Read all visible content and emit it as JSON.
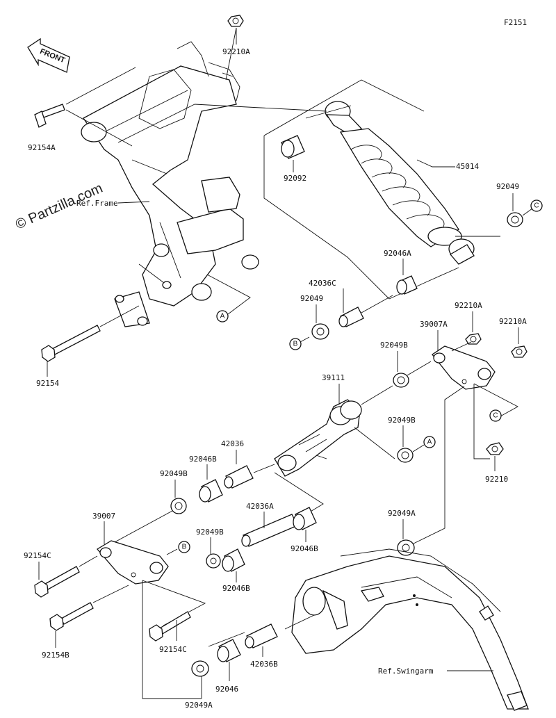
{
  "figure_code": "F2151",
  "watermark": "© Partzilla.com",
  "front_label": "FRONT",
  "refs": {
    "frame": "Ref.Frame",
    "swingarm": "Ref.Swingarm"
  },
  "callouts": {
    "a": "A",
    "b": "B",
    "c": "C"
  },
  "parts": {
    "p92210A_top": "92210A",
    "p92154A": "92154A",
    "p92092": "92092",
    "p45014": "45014",
    "p92049_right": "92049",
    "p92046A": "92046A",
    "p42036C": "42036C",
    "p92049_left": "92049",
    "p92210A_mid1": "92210A",
    "p39007A": "39007A",
    "p92210A_mid2": "92210A",
    "p92049B_upper": "92049B",
    "p39111": "39111",
    "p92154": "92154",
    "p92049B_mid": "92049B",
    "p42036": "42036",
    "p92046B_upper": "92046B",
    "p92049B_left": "92049B",
    "p92210": "92210",
    "p39007": "39007",
    "p42036A": "42036A",
    "p92049B_lower": "92049B",
    "p92049A_right": "92049A",
    "p92154C_left": "92154C",
    "p92046B_right": "92046B",
    "p92046B_lower": "92046B",
    "p92154B": "92154B",
    "p92154C_bottom": "92154C",
    "p92046": "92046",
    "p42036B": "42036B",
    "p92049A_bottom": "92049A"
  }
}
